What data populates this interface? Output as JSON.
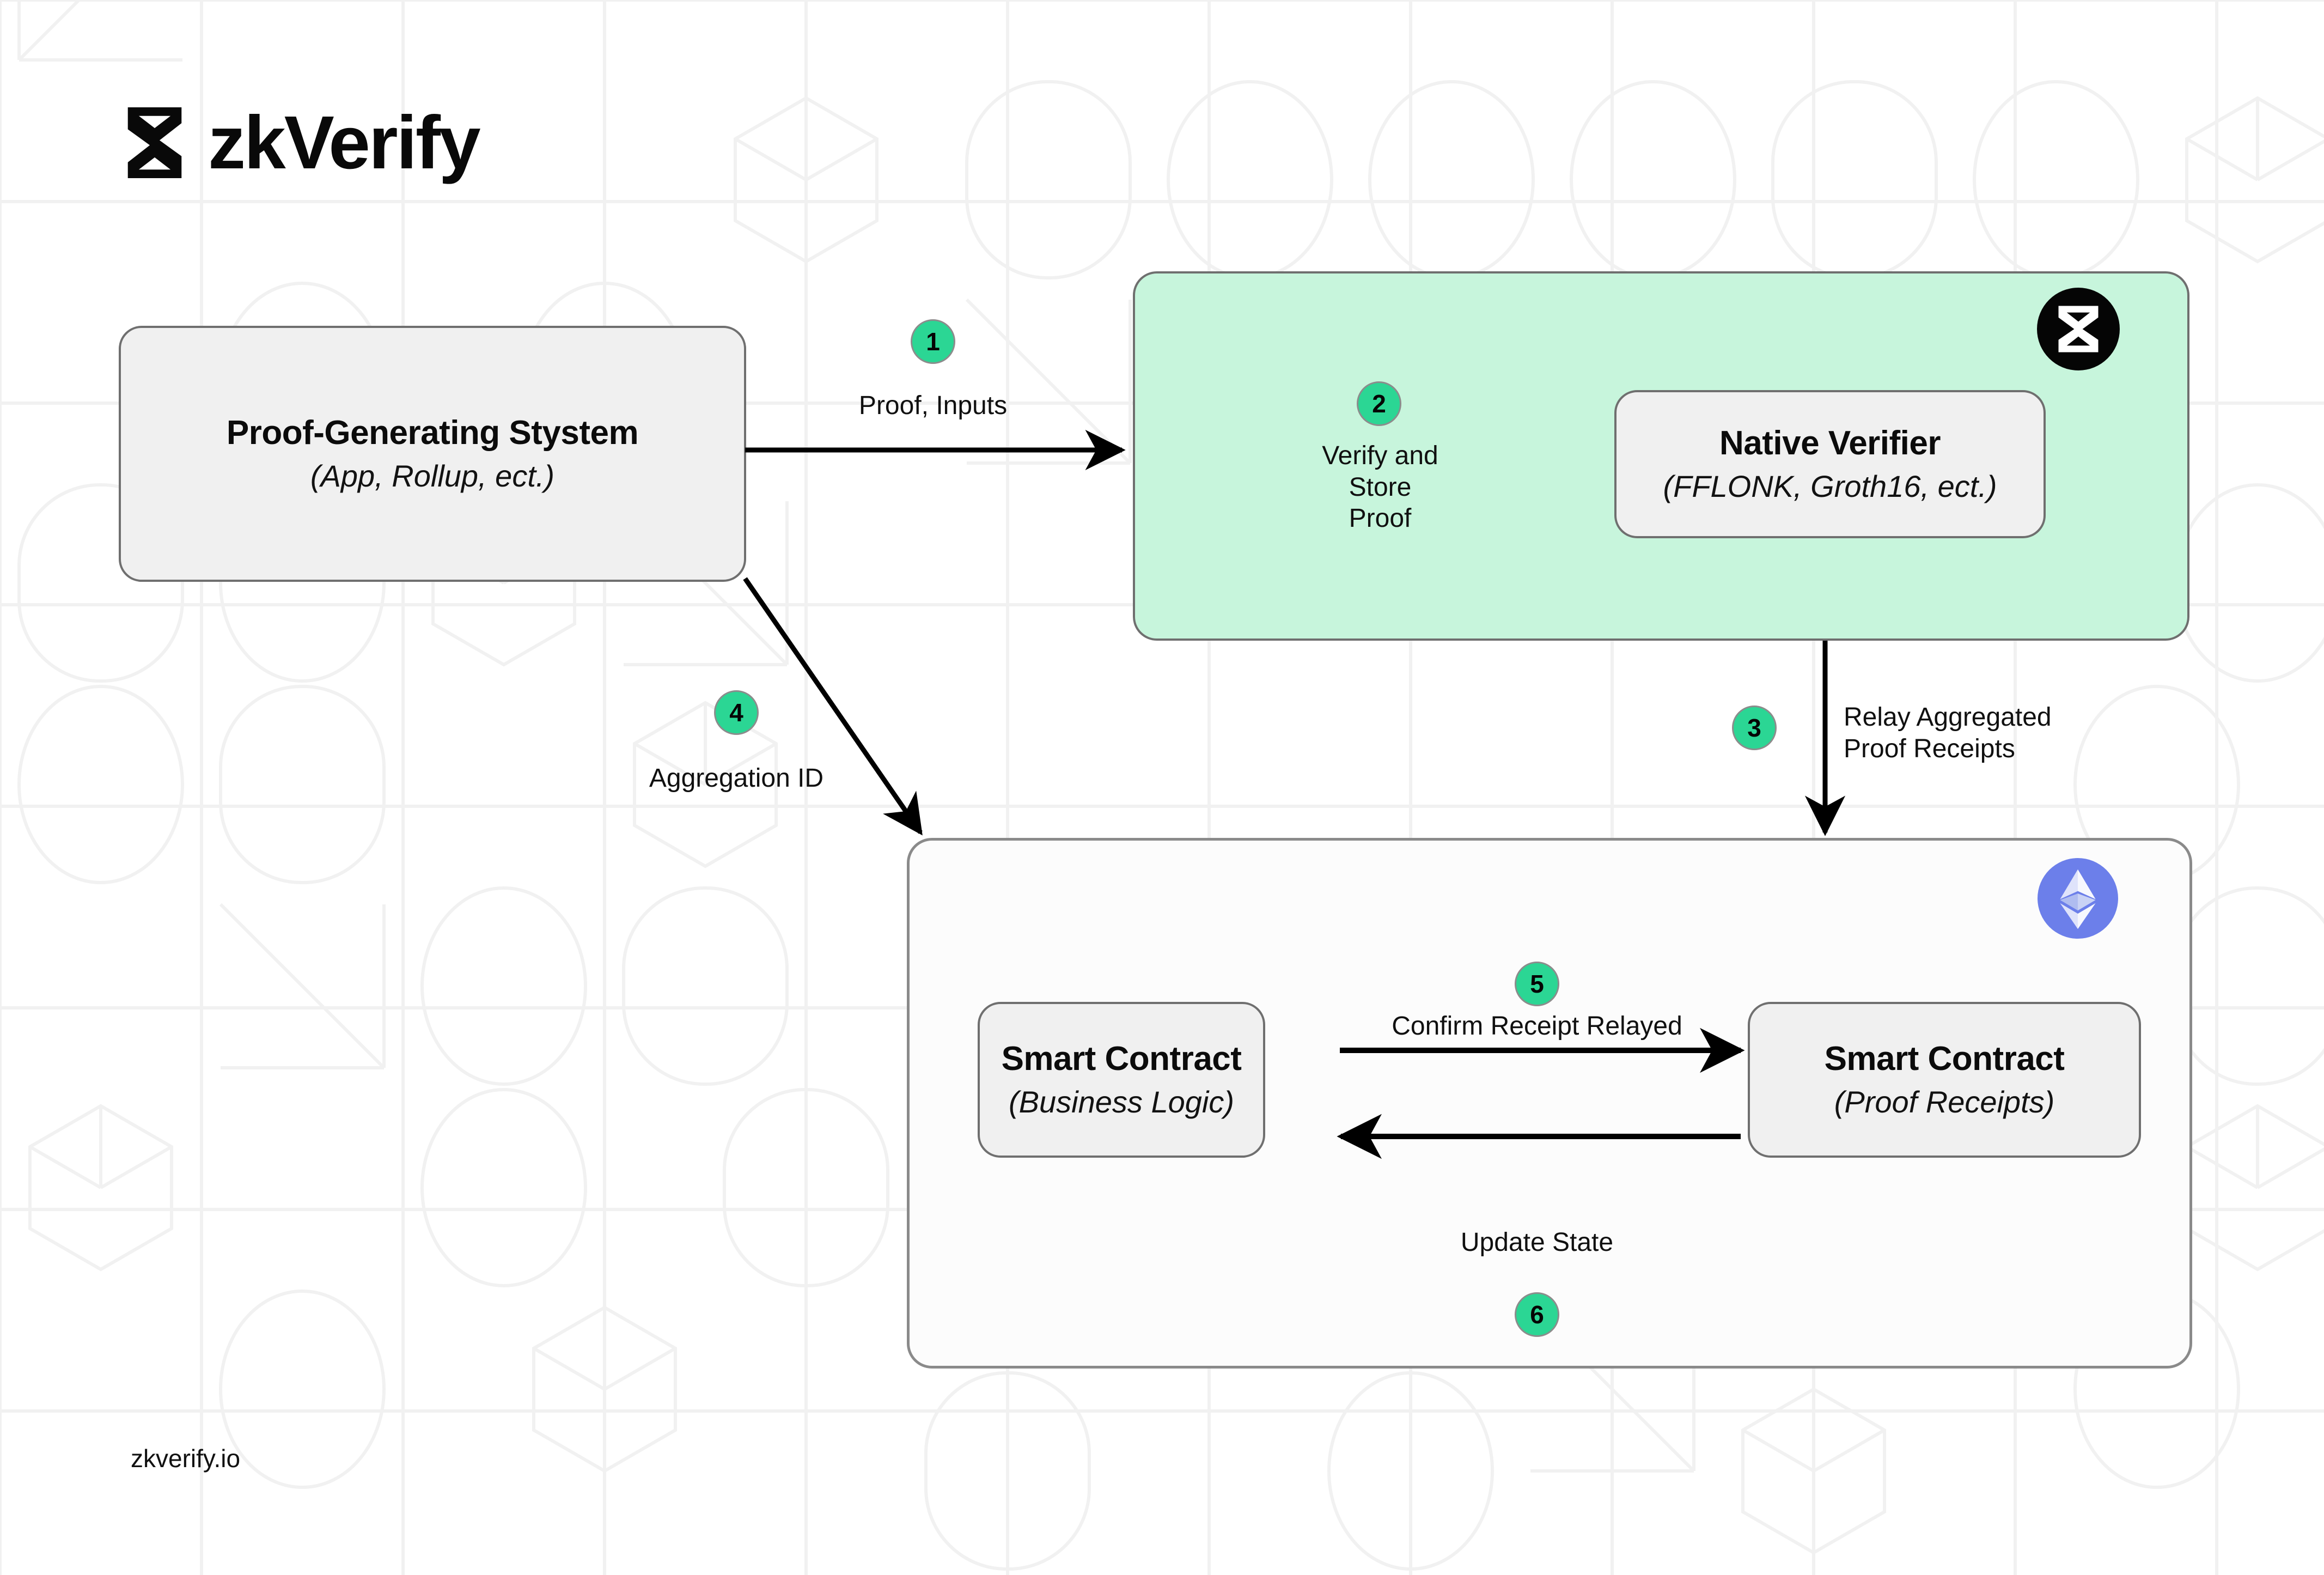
{
  "brand": {
    "wordmark": "zkVerify",
    "logo_icon": "zkverify-hourglass-logo"
  },
  "footer": {
    "site": "zkverify.io"
  },
  "colors": {
    "accent_green": "#2BD694",
    "mint_panel": "#C7F5DC",
    "grey_box": "#F0F0F0",
    "border_grey": "#6F6F6F",
    "ethereum_blue": "#6C7FEA",
    "text": "#0B0B0B"
  },
  "nodes": {
    "proof_generator": {
      "title": "Proof-Generating Stystem",
      "subtitle": "(App, Rollup, ect.)"
    },
    "zkverify_panel": {
      "icon": "zkverify-badge-icon",
      "step_label": "Verify and Store\nProof",
      "inner": {
        "title": "Native Verifier",
        "subtitle": "(FFLONK, Groth16, ect.)"
      }
    },
    "ethereum_panel": {
      "icon": "ethereum-icon",
      "left_contract": {
        "title": "Smart Contract",
        "subtitle": "(Business Logic)"
      },
      "right_contract": {
        "title": "Smart Contract",
        "subtitle": "(Proof Receipts)"
      }
    }
  },
  "steps": [
    {
      "number": "1",
      "label": "Proof, Inputs"
    },
    {
      "number": "2",
      "label": "Verify and Store\nProof"
    },
    {
      "number": "3",
      "label": "Relay Aggregated\nProof Receipts"
    },
    {
      "number": "4",
      "label": "Aggregation ID"
    },
    {
      "number": "5",
      "label": "Confirm Receipt Relayed"
    },
    {
      "number": "6",
      "label": "Update State"
    }
  ]
}
